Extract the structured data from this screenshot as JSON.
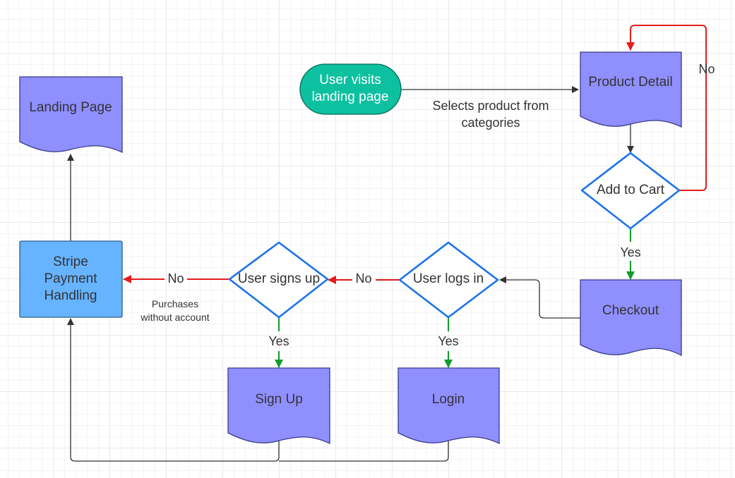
{
  "nodes": {
    "landing_page": "Landing Page",
    "user_visits": [
      "User visits",
      "landing page"
    ],
    "product_detail": "Product Detail",
    "add_to_cart": "Add to Cart",
    "checkout": "Checkout",
    "user_logs_in": "User logs in",
    "user_signs_up": "User signs up",
    "stripe": [
      "Stripe",
      "Payment",
      "Handling"
    ],
    "sign_up": "Sign Up",
    "login": "Login"
  },
  "edges": {
    "selects_product": [
      "Selects product from",
      "categories"
    ],
    "cart_no": "No",
    "cart_yes": "Yes",
    "login_no": "No",
    "login_yes": "Yes",
    "signup_no": "No",
    "signup_yes": "Yes",
    "purchases_without_account": [
      "Purchases",
      "without account"
    ]
  },
  "colors": {
    "document_fill": "#8f8fff",
    "document_stroke": "#3a3a8a",
    "decision_stroke": "#1a73e8",
    "terminal_fill": "#0cc0a0",
    "process_fill": "#66b3ff",
    "arrow_gray": "#333333",
    "arrow_red": "#e51c1c",
    "arrow_green": "#0f9d2a"
  }
}
